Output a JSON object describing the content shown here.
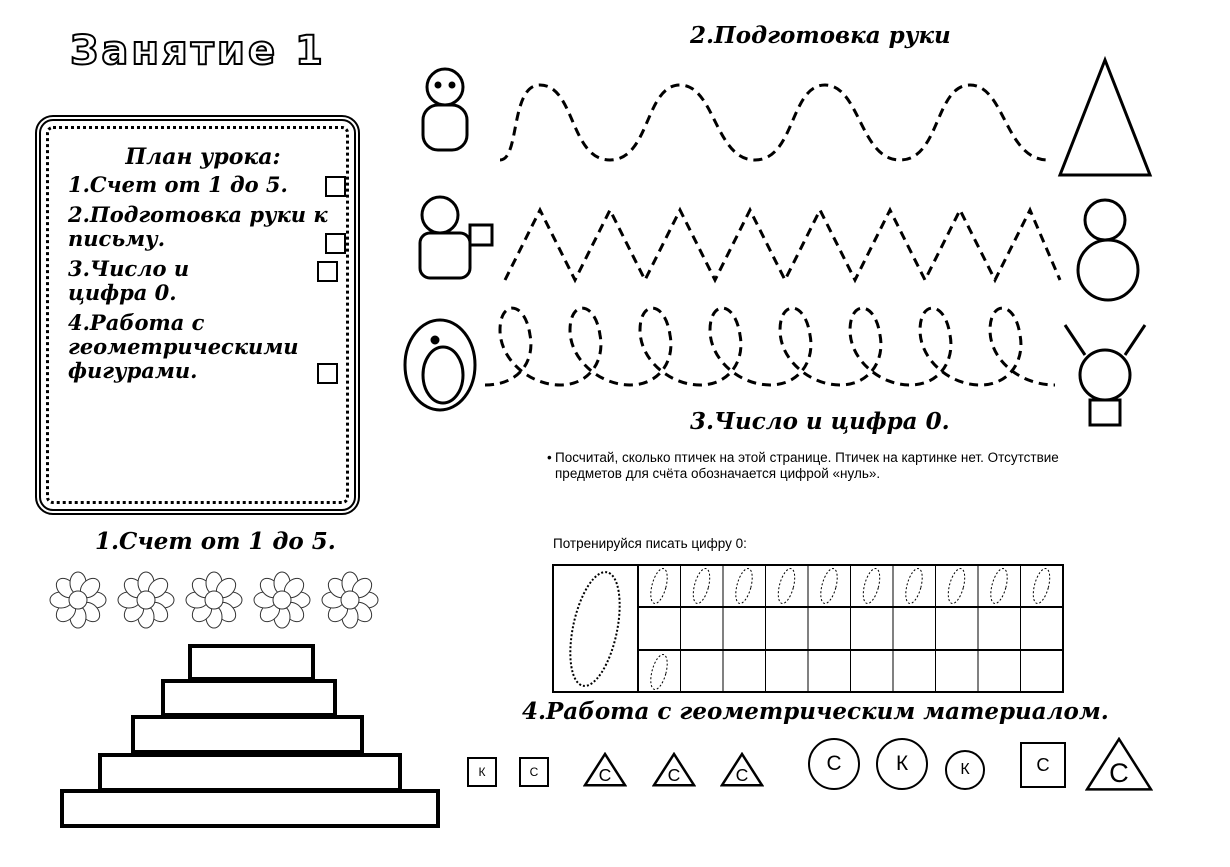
{
  "title": "Занятие 1",
  "plan": {
    "heading": "План урока:",
    "items": [
      {
        "label": "1.Счет от 1 до 5."
      },
      {
        "label": "2.Подготовка руки к письму."
      },
      {
        "label": "3.Число и цифра 0."
      },
      {
        "label": "4.Работа с геометрическими фигурами."
      }
    ]
  },
  "sections": {
    "counting": "1.Счет от 1 до 5.",
    "hand_prep": "2.Подготовка руки",
    "number_zero": "3.Число и цифра 0.",
    "geometry": "4.Работа с геометрическим материалом."
  },
  "zero_task": {
    "paragraph": "Посчитай, сколько птичек на этой странице. Птичек на картинке нет. Отсутствие предметов для счёта обозначается цифрой «нуль».",
    "practice": "Потренируйся писать цифру 0:"
  },
  "shapes": [
    {
      "type": "square",
      "label": "К"
    },
    {
      "type": "square",
      "label": "С"
    },
    {
      "type": "triangle",
      "label": "С"
    },
    {
      "type": "triangle",
      "label": "С"
    },
    {
      "type": "triangle",
      "label": "С"
    },
    {
      "type": "circle",
      "label": "С"
    },
    {
      "type": "circle",
      "label": "К"
    },
    {
      "type": "circle",
      "label": "К"
    },
    {
      "type": "square",
      "label": "С"
    },
    {
      "type": "triangle",
      "label": "С"
    }
  ],
  "flowers_count": 5
}
